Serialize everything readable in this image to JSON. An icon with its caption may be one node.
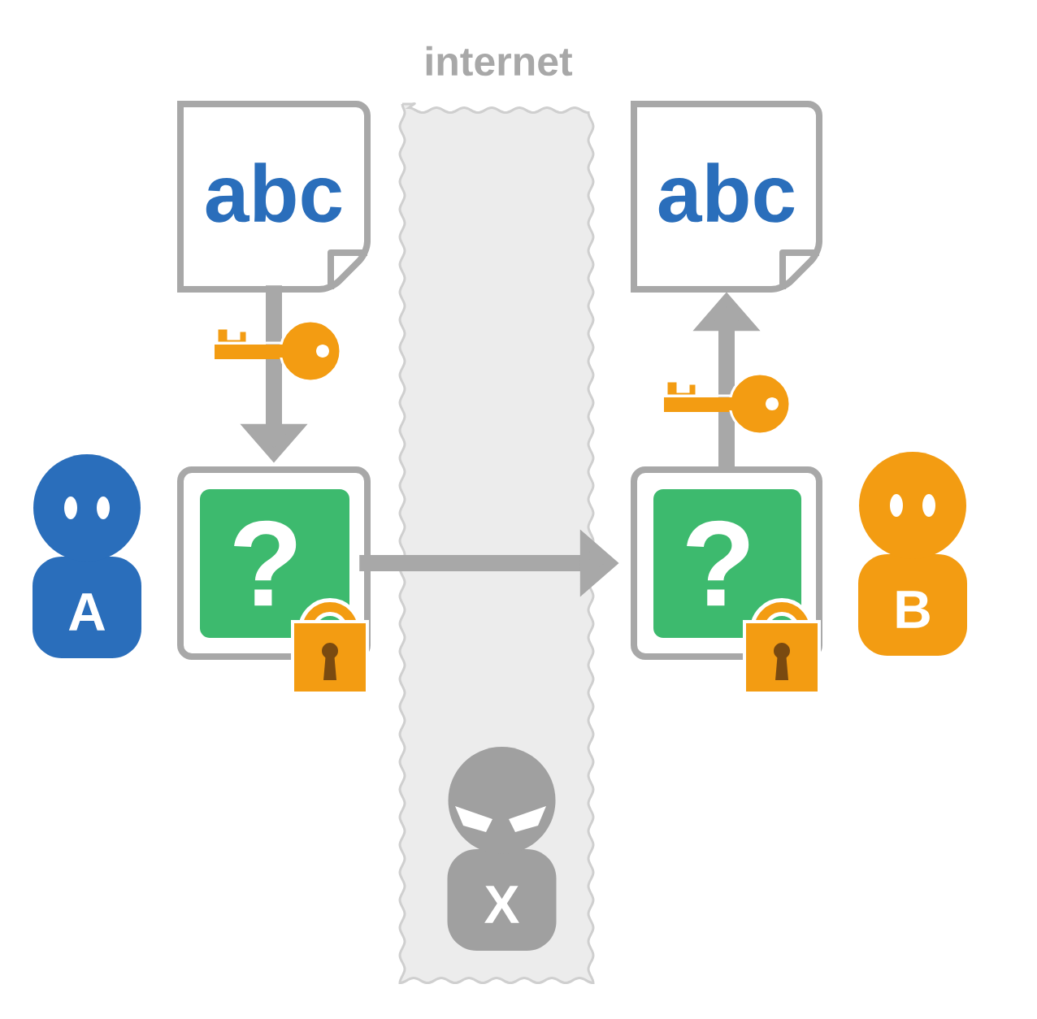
{
  "diagram": {
    "nodes": [
      {
        "text": [
          "internet"
        ]
      },
      {
        "text": [
          "abc"
        ]
      },
      {
        "text": [
          "abc"
        ]
      },
      {
        "text": [
          "A"
        ]
      },
      {
        "text": [
          "?"
        ]
      },
      {
        "text": [
          "?"
        ]
      },
      {
        "text": [
          "B"
        ]
      },
      {
        "text": [
          "X"
        ],
        "in": 0
      }
    ],
    "edges": [
      {
        "from": 1,
        "to": 4,
        "arrow": "to"
      },
      {
        "from": 4,
        "to": 5,
        "arrow": "to"
      },
      {
        "from": 5,
        "to": 2,
        "arrow": "to"
      }
    ]
  }
}
